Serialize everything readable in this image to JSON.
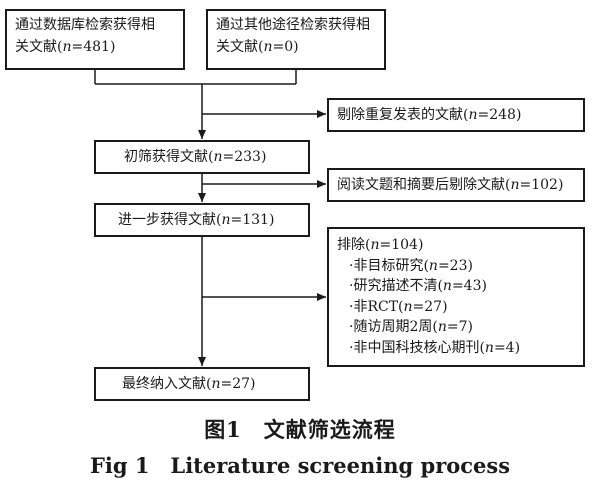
{
  "nodes": {
    "source_database": {
      "line1": "通过数据库检索获得相",
      "line2": "关文献(n=481)"
    },
    "source_other": {
      "line1": "通过其他途径检索获得相",
      "line2": "关文献(n=0)"
    },
    "excluded_duplicates": "剔除重复发表的文献(n=248)",
    "initial_screening": "初筛获得文献(n=233)",
    "excluded_after_reading": "阅读文题和摘要后剔除文献(n=102)",
    "further_screening": "进一步获得文献(n=131)",
    "exclusion": {
      "header": "排除(n=104)",
      "reasons": [
        "·非目标研究(n=23)",
        "·研究描述不清(n=43)",
        "·非RCT(n=27)",
        "·随访周期2周(n=7)",
        "·非中国科技核心期刊(n=4)"
      ]
    },
    "final_included": "最终纳入文献(n=27)"
  },
  "caption": {
    "cn": "图1　文献筛选流程",
    "en": "Fig 1　Literature screening process"
  }
}
